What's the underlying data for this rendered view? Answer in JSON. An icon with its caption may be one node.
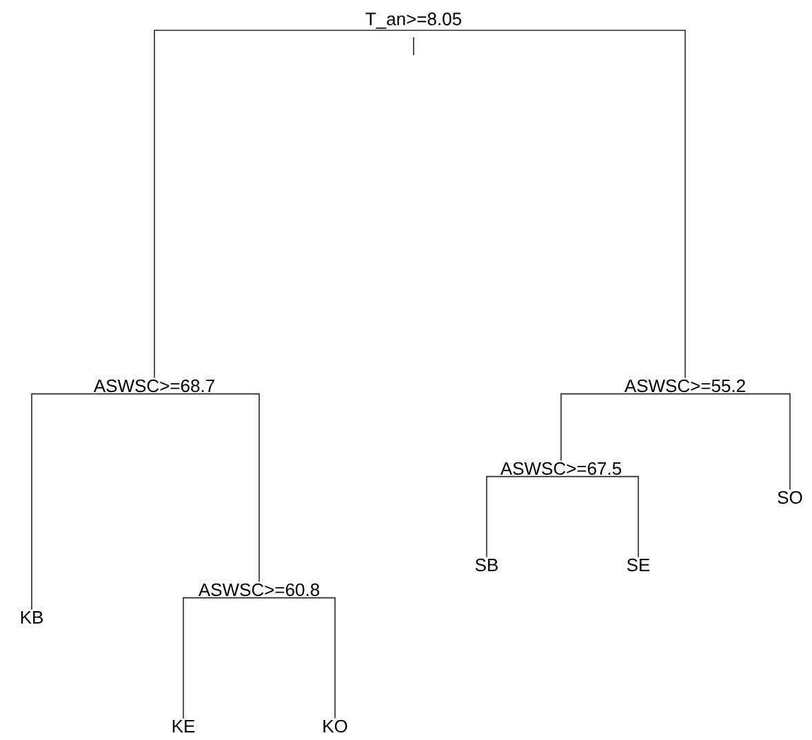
{
  "diagram": {
    "nodes": [
      {
        "text": [
          "T_an>=8.05"
        ]
      },
      {
        "text": [
          "ASWSC>=68.7"
        ]
      },
      {
        "text": [
          "KB"
        ]
      },
      {
        "text": [
          "ASWSC>=60.8"
        ]
      },
      {
        "text": [
          "KE"
        ]
      },
      {
        "text": [
          "KO"
        ]
      },
      {
        "text": [
          "ASWSC>=55.2"
        ]
      },
      {
        "text": [
          "ASWSC>=67.5"
        ]
      },
      {
        "text": [
          "SB"
        ]
      },
      {
        "text": [
          "SE"
        ]
      },
      {
        "text": [
          "SO"
        ]
      }
    ],
    "edges": [
      {
        "from": 0,
        "to": 1,
        "arrow": "none"
      },
      {
        "from": 0,
        "to": 6,
        "arrow": "none"
      },
      {
        "from": 1,
        "to": 2,
        "arrow": "none"
      },
      {
        "from": 1,
        "to": 3,
        "arrow": "none"
      },
      {
        "from": 3,
        "to": 4,
        "arrow": "none"
      },
      {
        "from": 3,
        "to": 5,
        "arrow": "none"
      },
      {
        "from": 6,
        "to": 7,
        "arrow": "none"
      },
      {
        "from": 6,
        "to": 10,
        "arrow": "none"
      },
      {
        "from": 7,
        "to": 8,
        "arrow": "none"
      },
      {
        "from": 7,
        "to": 9,
        "arrow": "none"
      }
    ]
  }
}
